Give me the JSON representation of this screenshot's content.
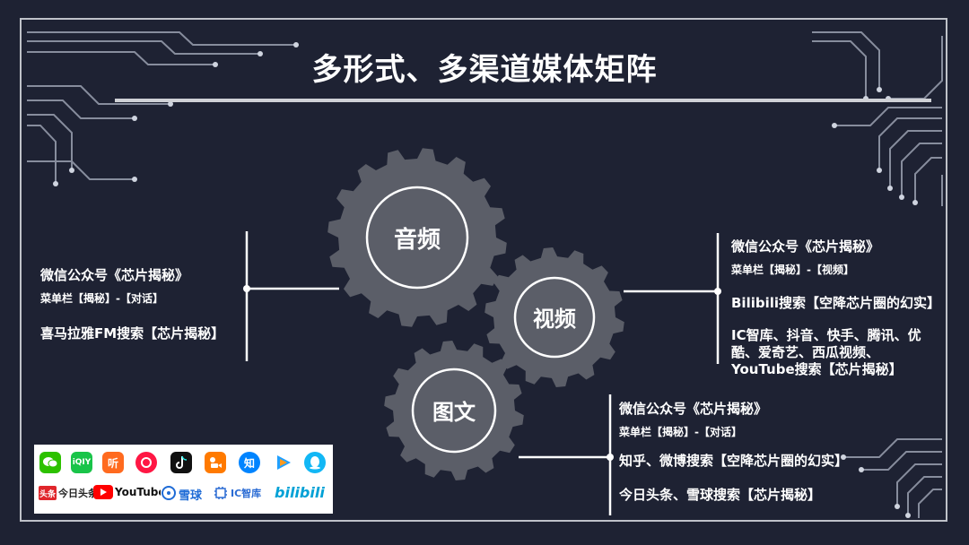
{
  "title": "多形式、多渠道媒体矩阵",
  "gears": {
    "audio": "音频",
    "video": "视频",
    "text": "图文"
  },
  "left_block": {
    "line1": "微信公众号《芯片揭秘》",
    "line2": "菜单栏【揭秘】-【对话】",
    "line3": "喜马拉雅FM搜索【芯片揭秘】"
  },
  "right_block": {
    "line1": "微信公众号《芯片揭秘》",
    "line2": "菜单栏【揭秘】-【视频】",
    "line3": "Bilibili搜索【空降芯片圈的幻实】",
    "line4a": "IC智库、抖音、快手、腾讯、优",
    "line4b": "酷、爱奇艺、西瓜视频、",
    "line4c": "YouTube搜索【芯片揭秘】"
  },
  "bottom_block": {
    "line1": "微信公众号《芯片揭秘》",
    "line2": "菜单栏【揭秘】-【对话】",
    "line3": "知乎、微博搜索【空降芯片圈的幻实】",
    "line4": "今日头条、雪球搜索【芯片揭秘】"
  },
  "logos": {
    "iqiyi": "iQIY",
    "tingting": "听",
    "zhihu": "知",
    "toutiao_badge": "头条",
    "toutiao": "今日头条",
    "youtube": "YouTube",
    "xueqiu": "雪球",
    "icsmart": "IC智库",
    "bilibili": "bilibili"
  },
  "colors": {
    "background": "#1e2233",
    "gear": "#5b5e68",
    "line": "#ffffff",
    "wechat": "#2dc100",
    "iqiyi": "#19c449",
    "youtube": "#ff0000",
    "bilibili": "#00a1d6"
  }
}
